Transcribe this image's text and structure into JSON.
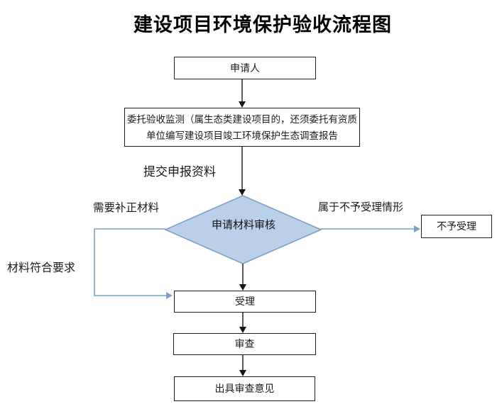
{
  "title": "建设项目环境保护验收流程图",
  "nodes": {
    "applicant": "申请人",
    "entrust": {
      "line1": "委托验收监测（属生态类建设项目的，还须委托有资质",
      "line2": "单位编写建设项目竣工环境保护生态调查报告"
    },
    "review": "申请材料审核",
    "not_accepted": "不予受理",
    "accept": "受理",
    "examine": "审查",
    "issue_opinion": "出具审查意见"
  },
  "edge_labels": {
    "submit": "提交申报资料",
    "need_supplement": "需要补正材料",
    "not_accept_case": "属于不予受理情形",
    "materials_ok": "材料符合要求"
  },
  "colors": {
    "diamond_fill": "#bad0e8",
    "diamond_border": "#7da0c6",
    "blue_connector": "#7e9fc1",
    "black_connector": "#151515",
    "box_border": "#1c1c1c"
  }
}
